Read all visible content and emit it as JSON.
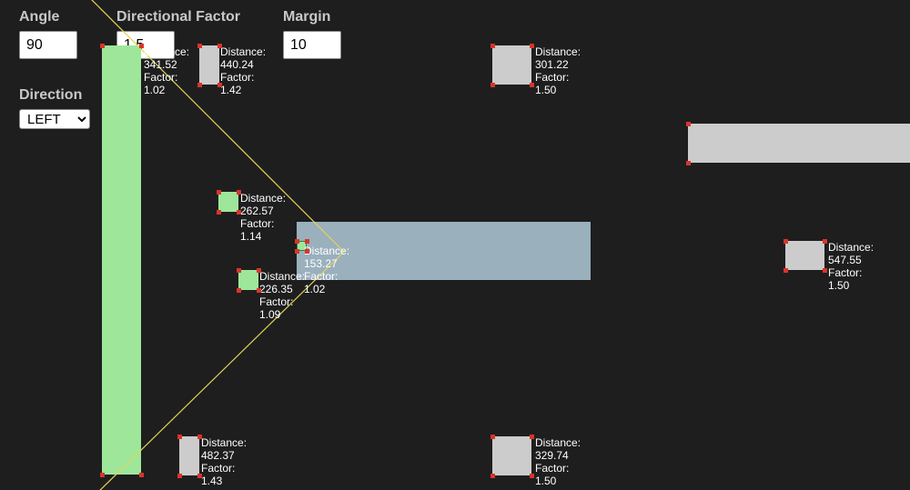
{
  "controls": {
    "angle_label": "Angle",
    "angle_value": "90",
    "factor_label": "Directional Factor",
    "factor_value": "1.5",
    "margin_label": "Margin",
    "margin_value": "10",
    "direction_label": "Direction",
    "direction_options": [
      "LEFT"
    ],
    "direction_selected": "LEFT"
  },
  "labels": {
    "distance": "Distance:",
    "factor": "Factor:"
  },
  "colors": {
    "background": "#1e1e1e",
    "candidate": "#9ee79a",
    "source": "#9ab0bd",
    "neutral": "#cccccc",
    "corner": "#d9342b",
    "cone_line": "#e3d45a"
  },
  "boxes": [
    {
      "id": "source",
      "distance": "153.27",
      "factor": "1.02"
    },
    {
      "id": "tall-left",
      "distance": "341.52",
      "factor": "1.02"
    },
    {
      "id": "top-narrow",
      "distance": "440.24",
      "factor": "1.42"
    },
    {
      "id": "top-mid",
      "distance": "301.22",
      "factor": "1.50"
    },
    {
      "id": "right-wide"
    },
    {
      "id": "small-upper",
      "distance": "262.57",
      "factor": "1.14"
    },
    {
      "id": "small-lower",
      "distance": "226.35",
      "factor": "1.09"
    },
    {
      "id": "right-small",
      "distance": "547.55",
      "factor": "1.50"
    },
    {
      "id": "bottom-narrow",
      "distance": "482.37",
      "factor": "1.43"
    },
    {
      "id": "bottom-mid",
      "distance": "329.74",
      "factor": "1.50"
    }
  ]
}
